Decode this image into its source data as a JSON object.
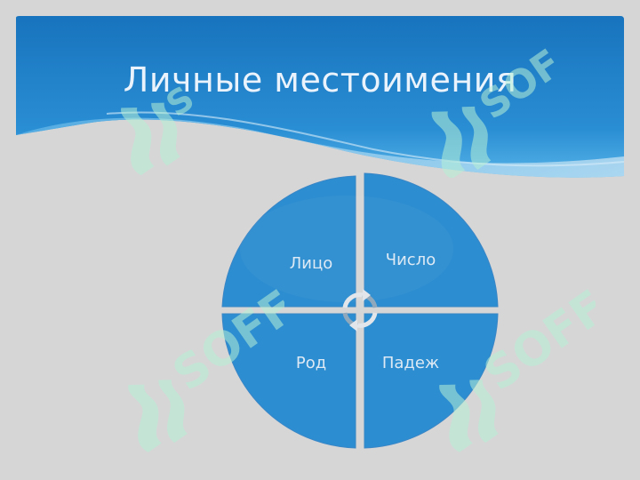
{
  "slide": {
    "title": "Личные местоимения"
  },
  "diagram": {
    "quadrants": [
      {
        "id": "top-left",
        "label": "Лицо"
      },
      {
        "id": "top-right",
        "label": "Число"
      },
      {
        "id": "bottom-left",
        "label": "Род"
      },
      {
        "id": "bottom-right",
        "label": "Падеж"
      }
    ],
    "center_icon": "cycle-arrows-icon",
    "colors": {
      "fill": "#2e8fd1",
      "outline": "#3a86c6",
      "divider": "#d6d6d6",
      "banner_top": "#1874be",
      "banner_bottom": "#3aa0df"
    }
  },
  "watermarks": {
    "text": "SOFF",
    "color": "#b6f0d6"
  }
}
